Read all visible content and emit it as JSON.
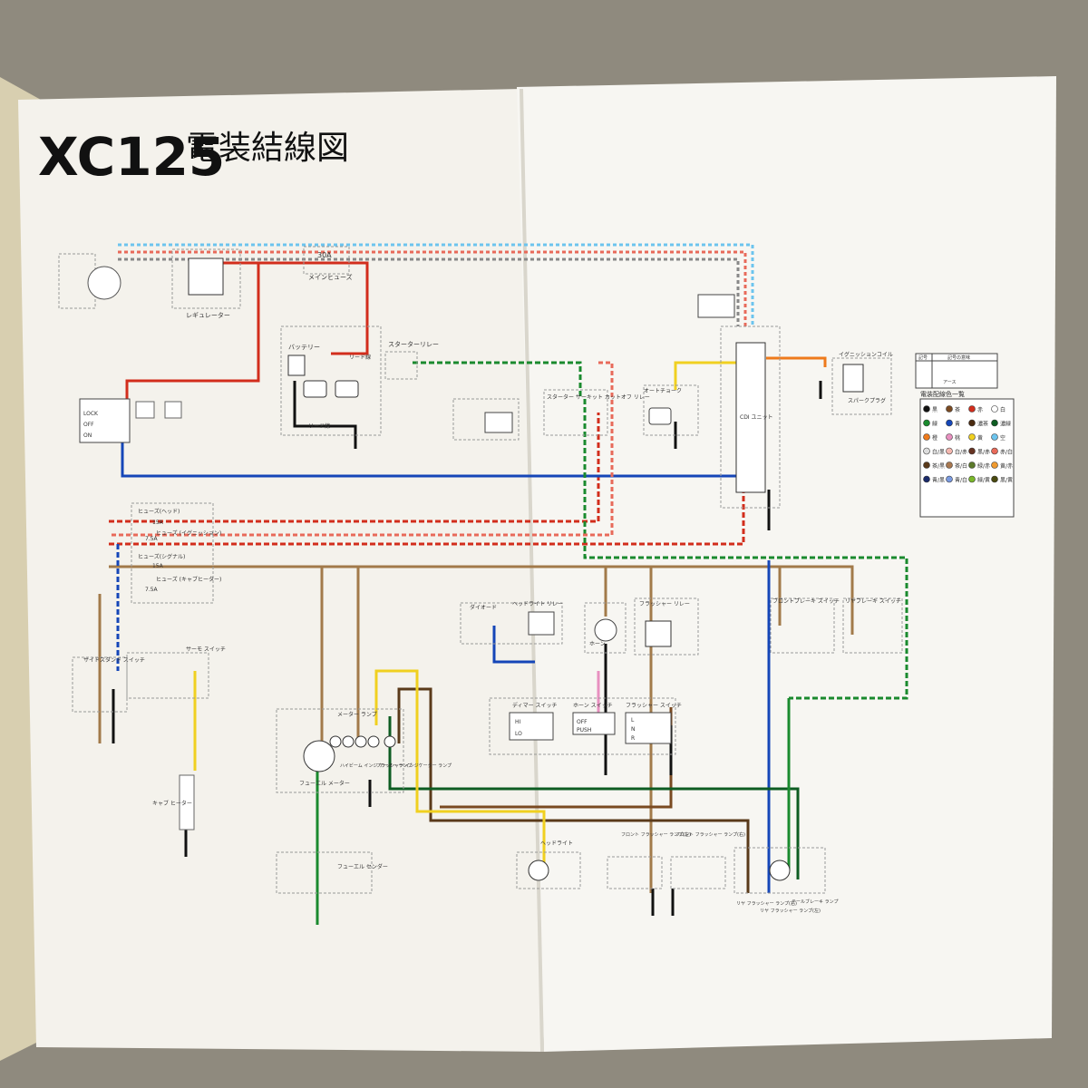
{
  "page": {
    "model": "XC125",
    "title": "電装結線図"
  },
  "components": {
    "regulator": "レギュレーター",
    "main_fuse_rating": "30A",
    "main_fuse": "メインヒューズ",
    "battery": "バッテリー",
    "starter_relay": "スターターリレー",
    "main_switch_positions": [
      "LOCK",
      "OFF",
      "ON"
    ],
    "cdi_unit": "CDI ユニット",
    "ignition_coil": "イグニッションコイル",
    "spark_plug": "スパークプラグ",
    "auto_choke": "オートチョーク",
    "starter_cut_relay": "スターター サーキット カットオフ リレー",
    "fuse_head": "ヒューズ(ヘッド)",
    "fuse_head_rating": "15A",
    "fuse_ignition": "ヒューズ (イグニッション)",
    "fuse_ignition_rating": "7.5A",
    "fuse_signal": "ヒューズ(シグナル)",
    "fuse_signal_rating": "15A",
    "fuse_cap_heater": "ヒューズ (キャブヒーター)",
    "fuse_cap_heater_rating": "7.5A",
    "sidestand_switch": "サイドスタンド スイッチ",
    "thermo_switch": "サーモ スイッチ",
    "carb_heater": "キャブ ヒーター",
    "diode": "ダイオード",
    "headlight_relay": "ヘッドライト リレー",
    "horn": "ホーン",
    "flasher_relay": "フラッシャー リレー",
    "front_brake_switch": "フロントブレーキ スイッチ",
    "rear_brake_switch": "リヤブレーキ スイッチ",
    "meter_lamp": "メーター ランプ",
    "hibeam_indicator": "ハイビーム インジ ケーター ランプ",
    "flasher_indicator": "フラッシャー インジケーター ランプ",
    "fuel_meter": "フューエル メーター",
    "dimmer_switch": "ディマー スイッチ",
    "dimmer_positions": [
      "HI",
      "LO"
    ],
    "horn_switch": "ホーン スイッチ",
    "horn_positions": [
      "OFF",
      "PUSH"
    ],
    "flasher_switch": "フラッシャー スイッチ",
    "flasher_positions": [
      "L",
      "N",
      "R"
    ],
    "fuel_sender": "フューエル センダー",
    "headlight": "ヘッドライト",
    "front_flasher_left": "フロント フラッシャー ランプ(左)",
    "front_flasher_right": "フロント フラッシャー ランプ(右)",
    "rear_flasher_right": "リヤ フラッシャー ランプ(右)",
    "rear_flasher_left": "リヤ フラッシャー ランプ(左)",
    "tail_brake_lamp": "テールブレーキ ランプ",
    "lead_plus": "リード線",
    "lead_minus": "リード線"
  },
  "color_legend": {
    "title": "電装配線色一覧",
    "items": [
      {
        "label": "黒",
        "color": "#111111"
      },
      {
        "label": "茶",
        "color": "#7a4a21"
      },
      {
        "label": "赤",
        "color": "#d22d1c"
      },
      {
        "label": "白",
        "color": "#ffffff"
      },
      {
        "label": "緑",
        "color": "#1a8a2e"
      },
      {
        "label": "青",
        "color": "#1546b8"
      },
      {
        "label": "濃茶",
        "color": "#4a2a10"
      },
      {
        "label": "濃緑",
        "color": "#0d5c22"
      },
      {
        "label": "橙",
        "color": "#ee7a1c"
      },
      {
        "label": "桃",
        "color": "#e890c0"
      },
      {
        "label": "黄",
        "color": "#f0d020"
      },
      {
        "label": "空",
        "color": "#6cc4ee"
      },
      {
        "label": "白/黒",
        "color": "#dddddd"
      },
      {
        "label": "白/赤",
        "color": "#f4b8b0"
      },
      {
        "label": "黒/赤",
        "color": "#663322"
      },
      {
        "label": "赤/白",
        "color": "#e86a5a"
      },
      {
        "label": "茶/黒",
        "color": "#5a3a1a"
      },
      {
        "label": "茶/白",
        "color": "#a87850"
      },
      {
        "label": "緑/赤",
        "color": "#5c7a2a"
      },
      {
        "label": "黄/赤",
        "color": "#f09a30"
      },
      {
        "label": "青/黒",
        "color": "#1a2a6a"
      },
      {
        "label": "青/白",
        "color": "#7a9ae0"
      },
      {
        "label": "緑/黄",
        "color": "#7ab82a"
      },
      {
        "label": "黒/黄",
        "color": "#4a4a10"
      }
    ]
  },
  "symbol_legend": {
    "header_symbol": "記号",
    "header_meaning": "記号の意味",
    "ground": "アース"
  }
}
